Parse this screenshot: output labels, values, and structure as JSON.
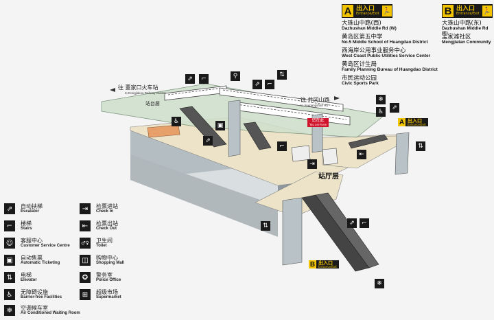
{
  "exits": [
    {
      "letter": "A",
      "label_cn": "出入口",
      "label_en": "Entrance/Exit",
      "destinations": [
        {
          "cn": "大珠山中路(西)",
          "en": "Dazhushan Middle Rd (W)"
        },
        {
          "cn": "黄岛区第五中学",
          "en": "No.5 Middle School of Huangdao District"
        },
        {
          "cn": "西海岸公用事业服务中心",
          "en": "West Coast Public Utilities Service Center"
        },
        {
          "cn": "黄岛区计生局",
          "en": "Family Planning Bureau of Huangdao District"
        },
        {
          "cn": "市民运动公园",
          "en": "Civic Sports Park"
        }
      ]
    },
    {
      "letter": "B",
      "label_cn": "出入口",
      "label_en": "Entrance/Exit",
      "destinations": [
        {
          "cn": "大珠山中路(东)",
          "en": "Dazhushan Middle Rd (E)"
        },
        {
          "cn": "孟家滩社区",
          "en": "Mengjiatan Community"
        }
      ]
    }
  ],
  "diagram": {
    "direction_left_cn": "往 董家口火车站",
    "direction_left_en": "to Dongjiakou Railway Station",
    "direction_right_cn": "往 井冈山路",
    "direction_right_en": "to Jinggangshan Rd",
    "platform_label": "站台层",
    "concourse_label": "站厅层",
    "you_are_here_cn": "您在此",
    "you_are_here_en": "You are here",
    "exit_a_small": {
      "letter": "A",
      "cn": "出入口",
      "en": "Entrance/Exit"
    },
    "exit_b_small": {
      "letter": "B",
      "cn": "出入口",
      "en": "Entrance/Exit"
    }
  },
  "legend": [
    {
      "icon": "escalator-icon",
      "glyph": "⇗",
      "cn": "自动扶梯",
      "en": "Escalator"
    },
    {
      "icon": "stairs-icon",
      "glyph": "⌐",
      "cn": "楼梯",
      "en": "Stairs"
    },
    {
      "icon": "customer-service-icon",
      "glyph": "☺",
      "cn": "客服中心",
      "en": "Customer Service Centre"
    },
    {
      "icon": "ticketing-icon",
      "glyph": "▣",
      "cn": "自动售票",
      "en": "Automatic Ticketing"
    },
    {
      "icon": "elevator-icon",
      "glyph": "⇅",
      "cn": "电梯",
      "en": "Elevator"
    },
    {
      "icon": "accessible-icon",
      "glyph": "♿",
      "cn": "无障碍设施",
      "en": "Barrier-free Facilities"
    },
    {
      "icon": "air-conditioned-icon",
      "glyph": "❄",
      "cn": "空调候车室",
      "en": "Air Conditioned Waiting Room"
    },
    {
      "icon": "check-in-icon",
      "glyph": "⇥",
      "cn": "检票进站",
      "en": "Check In"
    },
    {
      "icon": "check-out-icon",
      "glyph": "⇤",
      "cn": "检票出站",
      "en": "Check Out"
    },
    {
      "icon": "toilet-icon",
      "glyph": "♂♀",
      "cn": "卫生间",
      "en": "Toilet"
    },
    {
      "icon": "shopping-mall-icon",
      "glyph": "◫",
      "cn": "购物中心",
      "en": "Shopping Mall"
    },
    {
      "icon": "police-office-icon",
      "glyph": "✪",
      "cn": "警务室",
      "en": "Police Office"
    },
    {
      "icon": "supermarket-icon",
      "glyph": "⊞",
      "cn": "超级市场",
      "en": "Supermarket"
    }
  ],
  "colors": {
    "exit_yellow": "#f2c500",
    "platform": "#cfe0cc",
    "concourse": "#ece3c8",
    "here_red": "#d0142b"
  }
}
